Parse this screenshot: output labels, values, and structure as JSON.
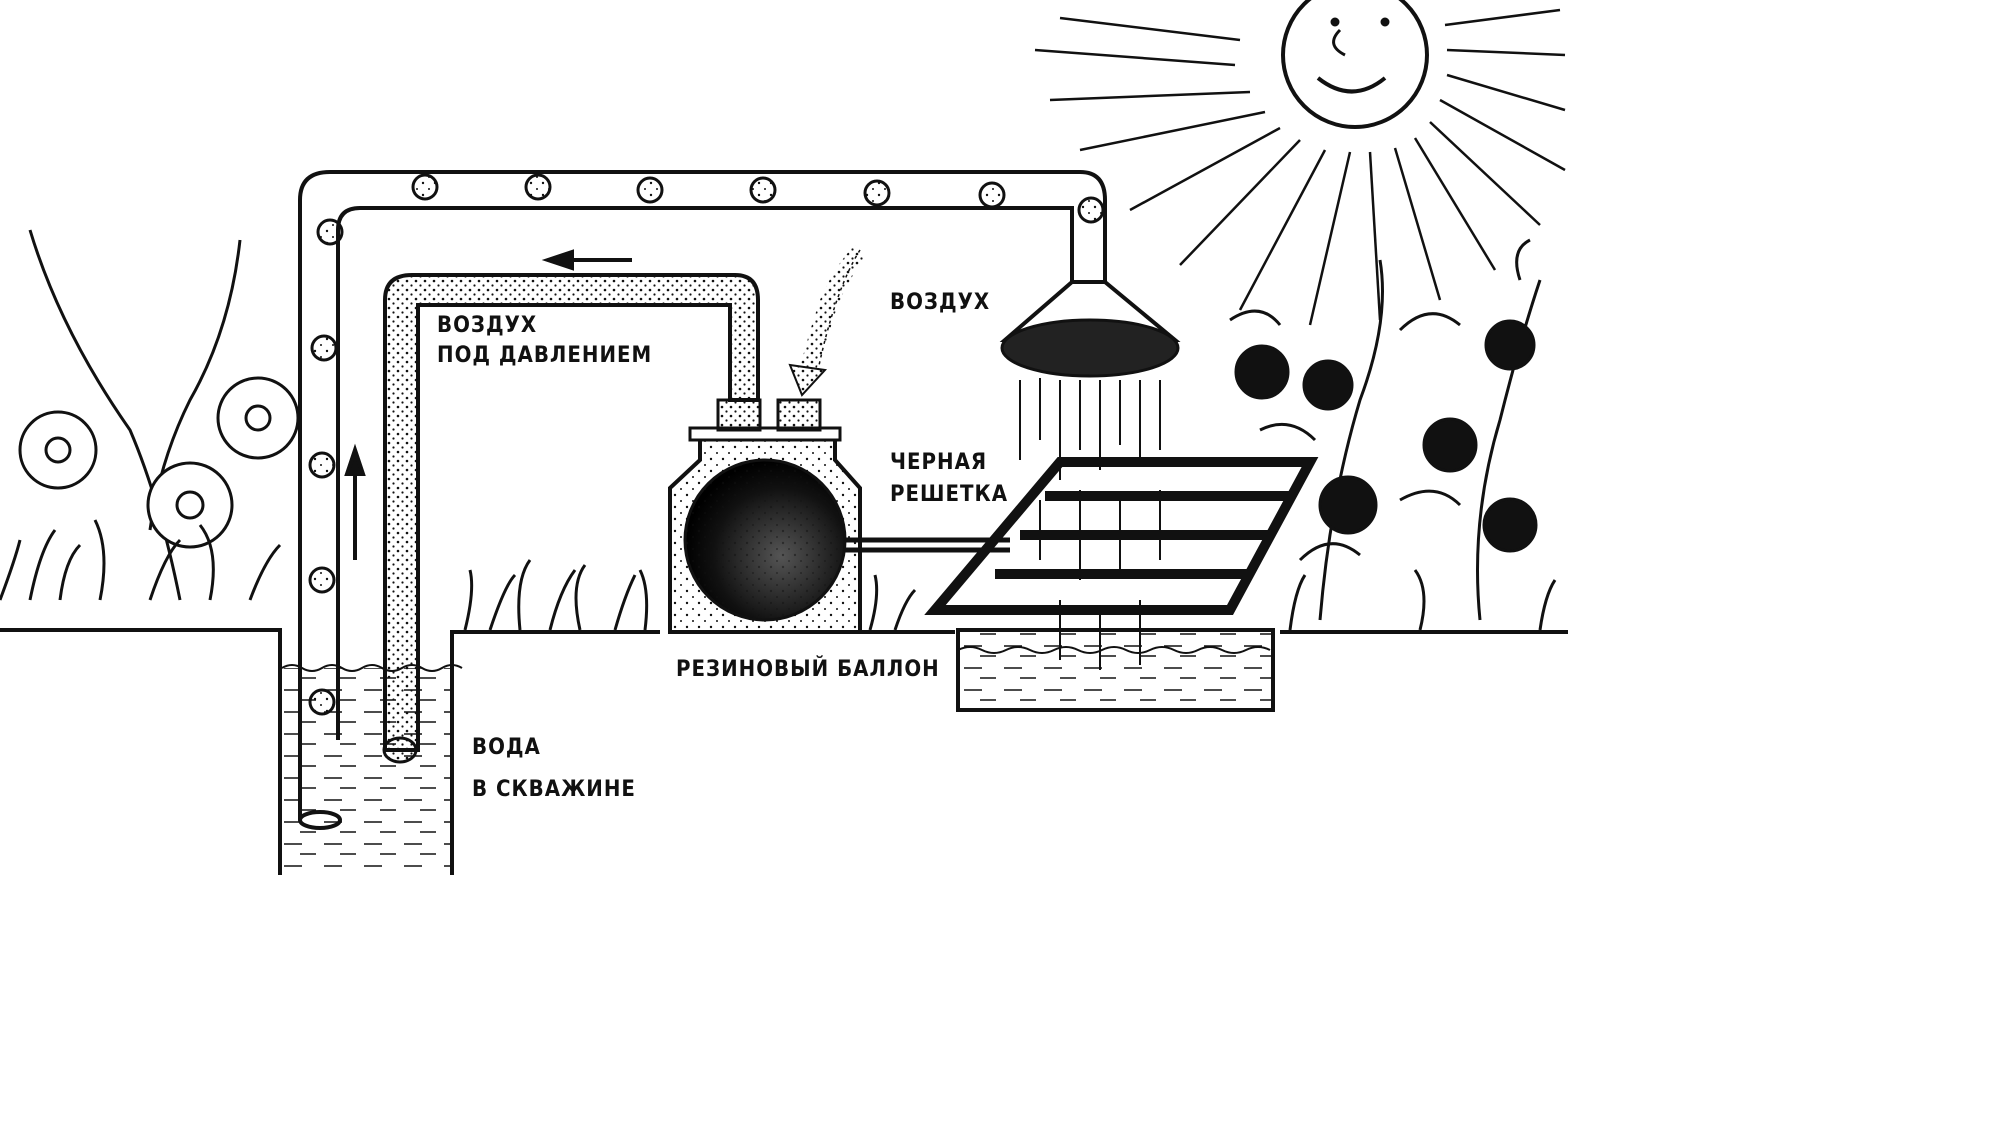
{
  "labels": {
    "air_pressure_line1": "ВОЗДУХ",
    "air_pressure_line2": "ПОД ДАВЛЕНИЕМ",
    "air_intake": "ВОЗДУХ",
    "black_grid_line1": "ЧЕРНАЯ",
    "black_grid_line2": "РЕШЕТКА",
    "rubber_balloon": "РЕЗИНОВЫЙ БАЛЛОН",
    "water_line1": "ВОДА",
    "water_line2": "В СКВАЖИНЕ"
  },
  "icons": {
    "sun": "smiling-sun-icon",
    "arrow_left": "left-arrow-icon",
    "arrow_up": "up-arrow-icon",
    "air_arrow": "curved-dotted-arrow-icon"
  },
  "colors": {
    "ink": "#111111",
    "paper": "#ffffff"
  }
}
